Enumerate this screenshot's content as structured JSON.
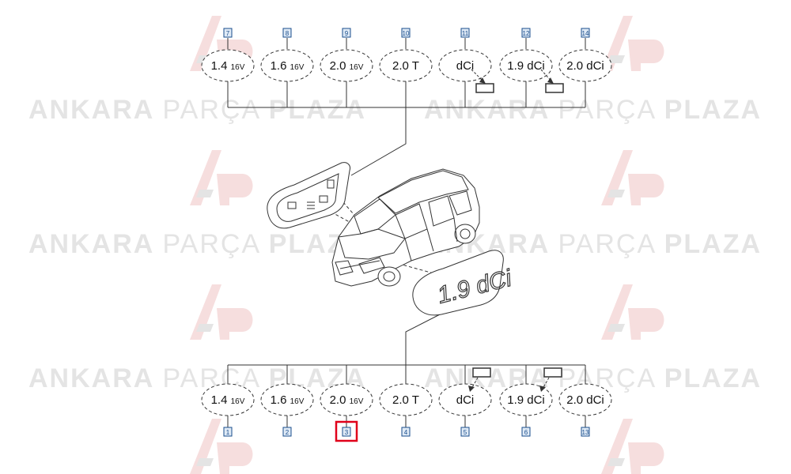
{
  "watermark": {
    "brand_bold": "ANKARA",
    "brand_light": "PARÇA",
    "brand_tail": "PLAZA",
    "logo_mark": "AP",
    "color_gray": "#e4e4e4",
    "color_red": "#f6dede"
  },
  "colors": {
    "line": "#333333",
    "ref_box_stroke": "#1a4d8c",
    "ref_box_fill": "#dfeaf6",
    "highlight": "#e0001a"
  },
  "top_row": [
    {
      "ref": "7",
      "main": "1.4",
      "suffix": "16V"
    },
    {
      "ref": "8",
      "main": "1.6",
      "suffix": "16V"
    },
    {
      "ref": "9",
      "main": "2.0",
      "suffix": "16V"
    },
    {
      "ref": "10",
      "main": "2.0 T",
      "suffix": ""
    },
    {
      "ref": "11",
      "main": "dCi",
      "suffix": ""
    },
    {
      "ref": "12",
      "main": "1.9 dCi",
      "suffix": ""
    },
    {
      "ref": "14",
      "main": "2.0 dCi",
      "suffix": ""
    }
  ],
  "bottom_row": [
    {
      "ref": "1",
      "main": "1.4",
      "suffix": "16V",
      "highlighted": false
    },
    {
      "ref": "2",
      "main": "1.6",
      "suffix": "16V",
      "highlighted": false
    },
    {
      "ref": "3",
      "main": "2.0",
      "suffix": "16V",
      "highlighted": true
    },
    {
      "ref": "4",
      "main": "2.0 T",
      "suffix": "",
      "highlighted": false
    },
    {
      "ref": "5",
      "main": "dCi",
      "suffix": "",
      "highlighted": false
    },
    {
      "ref": "6",
      "main": "1.9 dCi",
      "suffix": "",
      "highlighted": false
    },
    {
      "ref": "13",
      "main": "2.0 dCi",
      "suffix": "",
      "highlighted": false
    }
  ],
  "rear_emblem_text": "1.9 dCi"
}
